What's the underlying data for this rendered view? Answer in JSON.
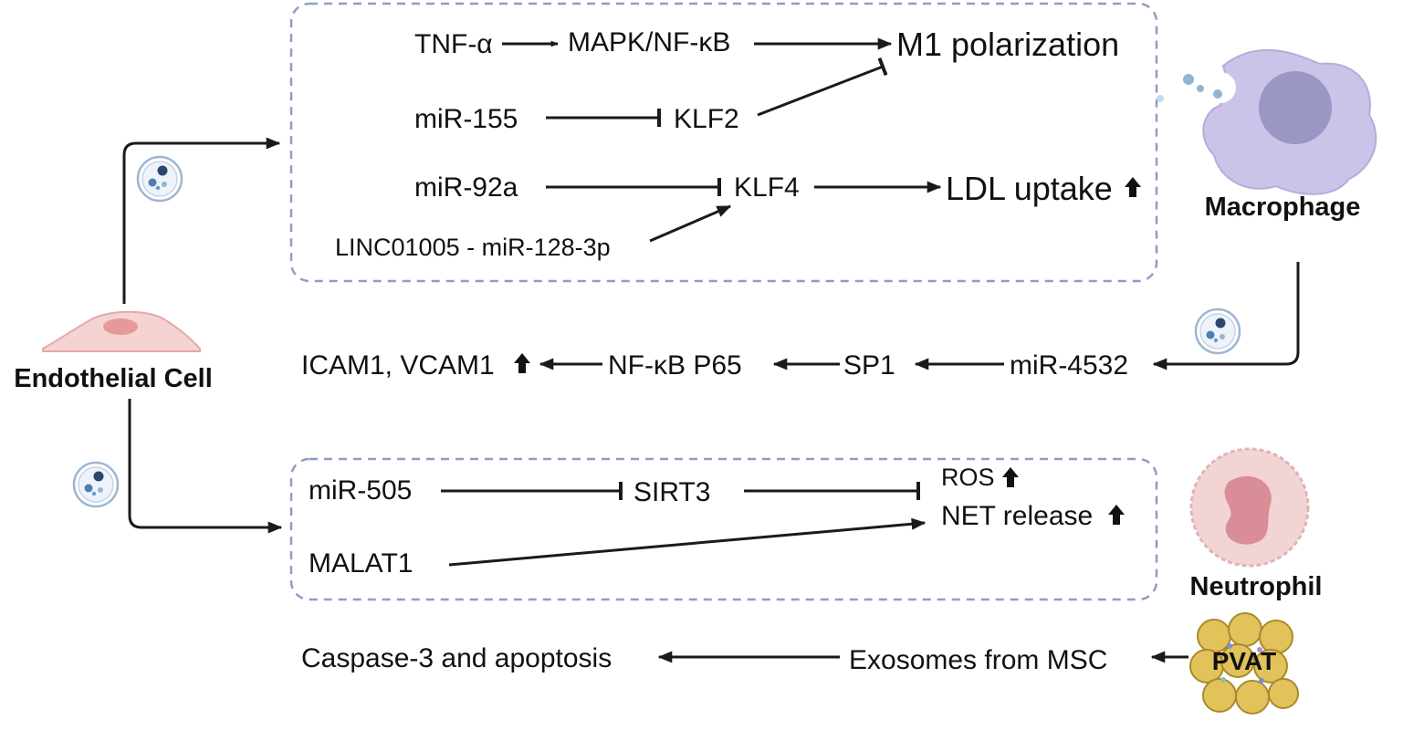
{
  "colors": {
    "box_border": "#8e9cc7",
    "macrophage": "#c9c4e8",
    "macrophage_nucleus": "#9b97c4",
    "endothelial": "#f6d3d3",
    "endothelial_nucleus": "#e59a9a",
    "neutrophil": "#f3d4d4",
    "pvat": "#e2c25a",
    "exosome": "#3d5f86"
  },
  "cells": {
    "macrophage": "Macrophage",
    "endothelial": "Endothelial Cell",
    "neutrophil": "Neutrophil",
    "pvat": "PVAT"
  },
  "top_box": {
    "tnf": "TNF-α",
    "mapk": "MAPK/NF-κB",
    "m1": "M1 polarization",
    "mir155": "miR-155",
    "klf2": "KLF2",
    "mir92a": "miR-92a",
    "klf4": "KLF4",
    "ldl": "LDL uptake",
    "linc": "LINC01005 - miR-128-3p"
  },
  "middle_row": {
    "icam": "ICAM1, VCAM1",
    "nfkb": "NF-κB P65",
    "sp1": "SP1",
    "mir4532": "miR-4532"
  },
  "bottom_box": {
    "mir505": "miR-505",
    "sirt3": "SIRT3",
    "ros": "ROS",
    "net": "NET release",
    "malat1": "MALAT1"
  },
  "bottom_row": {
    "caspase": "Caspase-3 and apoptosis",
    "exosomes": "Exosomes from MSC"
  },
  "icons": {
    "up_arrow": "up-arrow-icon",
    "exosome": "exosome-icon"
  }
}
